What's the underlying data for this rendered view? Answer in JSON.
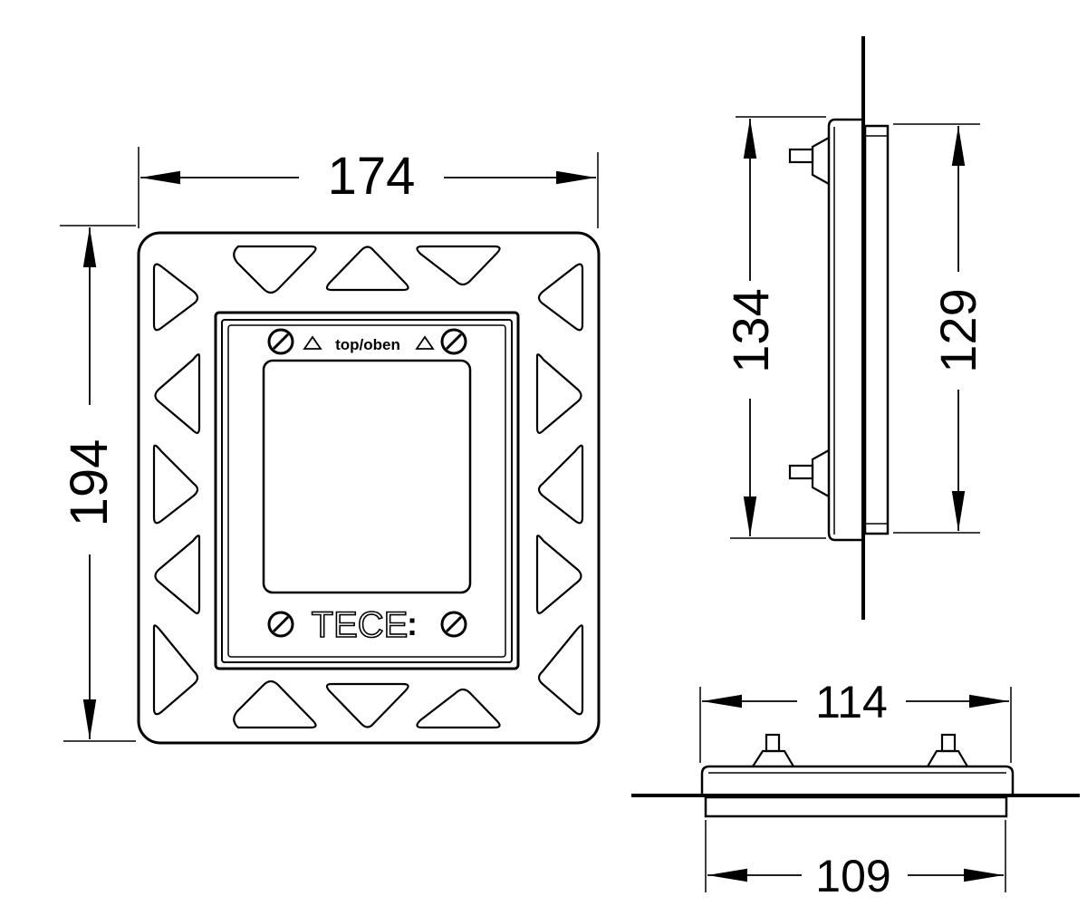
{
  "dimensions": {
    "front_width": "174",
    "front_height": "194",
    "side_outer_height": "134",
    "side_inner_height": "129",
    "bottom_outer_width": "114",
    "bottom_inner_width": "109"
  },
  "labels": {
    "top_marking": "top/oben",
    "brand": "TECE",
    "brand_suffix": ":"
  },
  "colors": {
    "line": "#000000",
    "background": "#ffffff"
  },
  "icons": [
    "arrow-icon",
    "screw-icon",
    "triangle-icon"
  ]
}
